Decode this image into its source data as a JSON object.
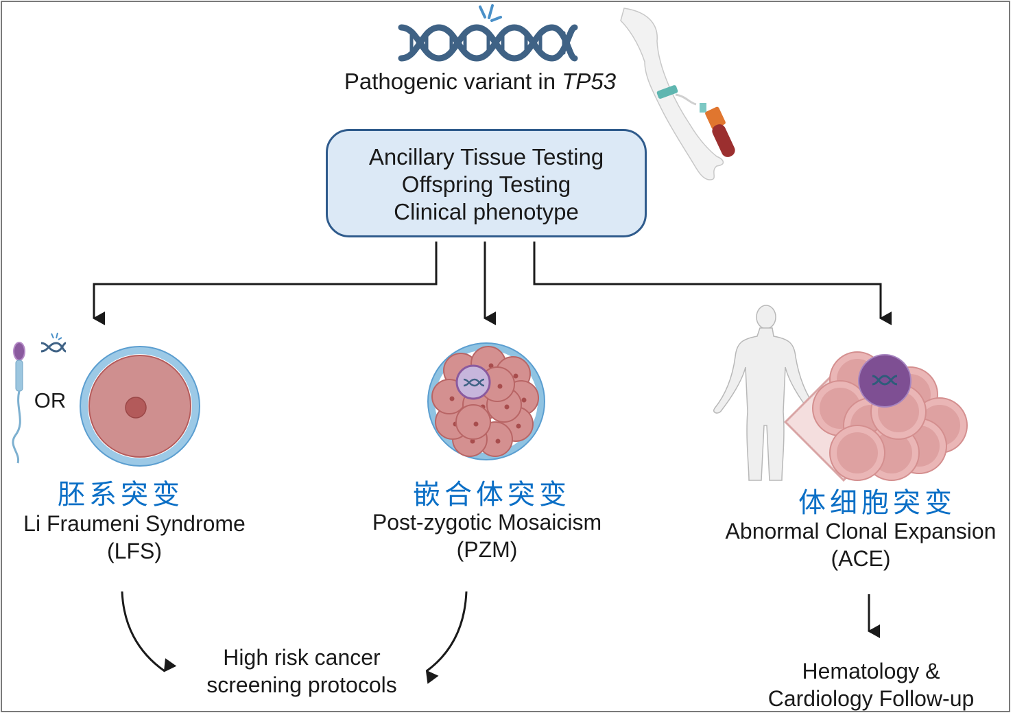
{
  "header": {
    "title_prefix": "Pathogenic variant in ",
    "gene": "TP53",
    "icons": [
      "dna-helix-icon",
      "blood-draw-arm-icon"
    ]
  },
  "testing_box": {
    "lines": [
      "Ancillary Tissue Testing",
      "Offspring Testing",
      "Clinical phenotype"
    ]
  },
  "branches": [
    {
      "id": "lfs",
      "chinese_label": "胚系突变",
      "title": "Li Fraumeni Syndrome",
      "abbr": "(LFS)",
      "or_label": "OR",
      "icons": [
        "sperm-icon",
        "dna-mutation-icon",
        "oocyte-icon"
      ]
    },
    {
      "id": "pzm",
      "chinese_label": "嵌合体突变",
      "title": "Post-zygotic Mosaicism",
      "abbr": "(PZM)",
      "icons": [
        "embryo-morula-icon",
        "mutated-cell-icon"
      ]
    },
    {
      "id": "ace",
      "chinese_label": "体细胞突变",
      "title": "Abnormal Clonal Expansion",
      "abbr": "(ACE)",
      "icons": [
        "human-body-icon",
        "clonal-cells-icon"
      ]
    }
  ],
  "outcomes": {
    "screening": [
      "High risk cancer",
      "screening protocols"
    ],
    "followup": [
      "Hematology &",
      "Cardiology Follow-up"
    ]
  },
  "colors": {
    "box_fill": "#dce9f6",
    "box_border": "#2f5b8c",
    "chinese_text": "#0b6fc6",
    "dna": "#3f6285",
    "cell_pink": "#d9a0a0",
    "zona_blue": "#7db6dc",
    "mutant_purple": "#8a5a9e"
  }
}
